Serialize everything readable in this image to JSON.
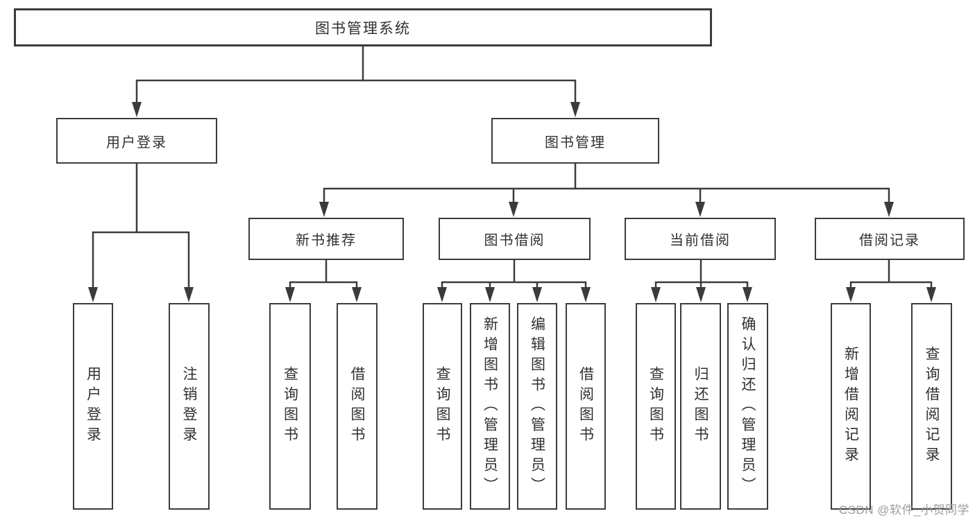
{
  "colors": {
    "line": "#3b3b3b",
    "box_border": "#3b3b3b",
    "text": "#303030",
    "background": "#ffffff",
    "watermark": "#9c9c9c"
  },
  "watermark": "CSDN @软件_小贺同学",
  "nodes": {
    "root": "图书管理系统",
    "login": "用户登录",
    "mgmt": "图书管理",
    "recommend": "新书推荐",
    "borrow": "图书借阅",
    "current": "当前借阅",
    "records": "借阅记录",
    "leaf_user_login": "用户登录",
    "leaf_logout": "注销登录",
    "leaf_rec_query": "查询图书",
    "leaf_rec_borrow": "借阅图书",
    "leaf_bor_query": "查询图书",
    "leaf_bor_add": "新增图书（管理员）",
    "leaf_bor_edit": "编辑图书（管理员）",
    "leaf_bor_borrow": "借阅图书",
    "leaf_cur_query": "查询图书",
    "leaf_cur_return": "归还图书",
    "leaf_cur_confirm": "确认归还（管理员）",
    "leaf_log_add": "新增借阅记录",
    "leaf_log_query": "查询借阅记录"
  },
  "hierarchy": {
    "图书管理系统": {
      "用户登录": [
        "用户登录",
        "注销登录"
      ],
      "图书管理": {
        "新书推荐": [
          "查询图书",
          "借阅图书"
        ],
        "图书借阅": [
          "查询图书",
          "新增图书（管理员）",
          "编辑图书（管理员）",
          "借阅图书"
        ],
        "当前借阅": [
          "查询图书",
          "归还图书",
          "确认归还（管理员）"
        ],
        "借阅记录": [
          "新增借阅记录",
          "查询借阅记录"
        ]
      }
    }
  }
}
